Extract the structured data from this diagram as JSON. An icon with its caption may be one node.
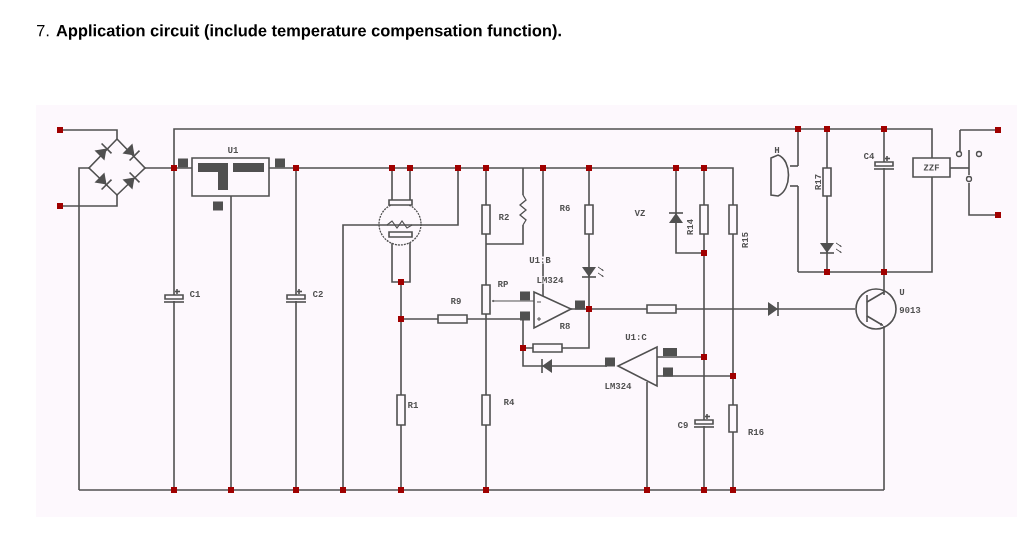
{
  "diagram": {
    "title": "7. **Application circuit (include temperature compensation function).**",
    "nodes": [
      {
        "text": [
          "ZZF"
        ]
      }
    ],
    "edges": [],
    "labels": [
      "U1",
      "C1",
      "C2",
      "R2",
      "R6",
      "VZ",
      "R14",
      "R15",
      "U1:B",
      "LM324",
      "RP",
      "R9",
      "R8",
      "U1:C",
      "LM324",
      "R1",
      "R4",
      "C9",
      "R16",
      "H",
      "R17",
      "C4",
      "U",
      "9013"
    ]
  }
}
